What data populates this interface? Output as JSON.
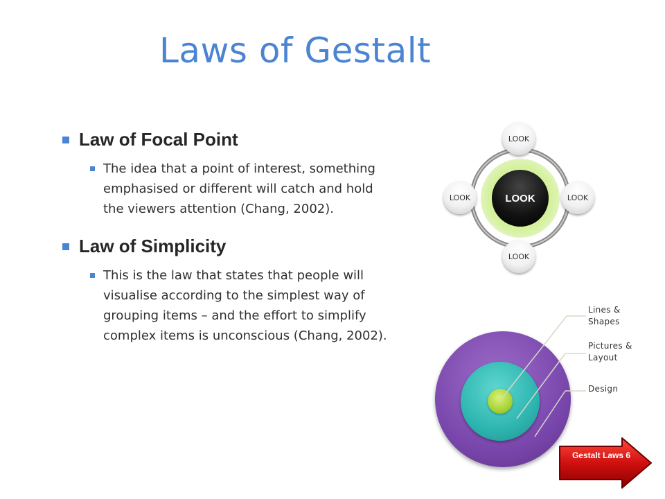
{
  "title": "Laws of Gestalt",
  "sections": [
    {
      "heading": "Law of  Focal Point",
      "body": "The idea that a point of interest, something emphasised or different will catch and hold the viewers attention (Chang, 2002)."
    },
    {
      "heading": "Law of Simplicity",
      "body": "This is the law that states that people will visualise according to the simplest way of grouping items – and the effort to simplify complex items is unconscious (Chang, 2002)."
    }
  ],
  "cycle": {
    "center": "LOOK",
    "top": "LOOK",
    "right": "LOOK",
    "bottom": "LOOK",
    "left": "LOOK"
  },
  "target": {
    "labels": [
      "Lines  & Shapes",
      "Pictures & Layout",
      "Design"
    ]
  },
  "nav": {
    "label": "Gestalt Laws 6"
  },
  "colors": {
    "title": "#4a84d2",
    "bullet": "#4a84d2",
    "outer_circle": "#7a48ad",
    "middle_circle": "#2eb5b0",
    "inner_circle": "#a8d338",
    "arrow": "#d01010"
  }
}
